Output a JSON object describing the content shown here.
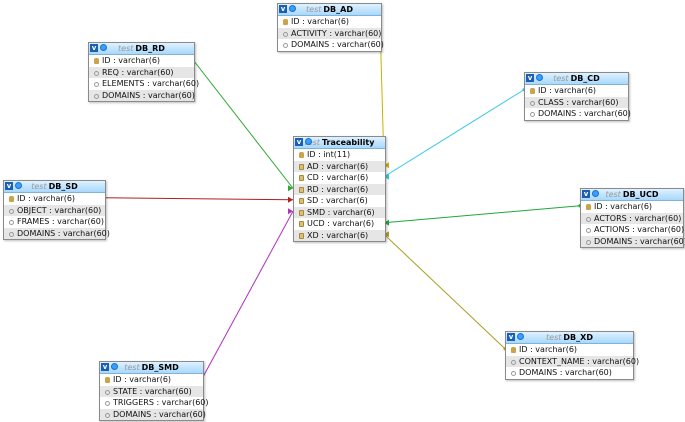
{
  "tables": [
    {
      "id": "ad",
      "db": "test",
      "name": "DB_AD",
      "rows": [
        {
          "icon": "key",
          "text": "ID : varchar(6)"
        },
        {
          "icon": "col",
          "text": "ACTIVITY : varchar(60)"
        },
        {
          "icon": "col",
          "text": "DOMAINS : varchar(60)"
        }
      ]
    },
    {
      "id": "rd",
      "db": "test",
      "name": "DB_RD",
      "rows": [
        {
          "icon": "key",
          "text": "ID : varchar(6)"
        },
        {
          "icon": "col",
          "text": "REQ : varchar(60)"
        },
        {
          "icon": "col",
          "text": "ELEMENTS : varchar(60)"
        },
        {
          "icon": "col",
          "text": "DOMAINS : varchar(60)"
        }
      ]
    },
    {
      "id": "cd",
      "db": "test",
      "name": "DB_CD",
      "rows": [
        {
          "icon": "key",
          "text": "ID : varchar(6)"
        },
        {
          "icon": "col",
          "text": "CLASS : varchar(60)"
        },
        {
          "icon": "col",
          "text": "DOMAINS : varchar(60)"
        }
      ]
    },
    {
      "id": "tr",
      "db": "test",
      "name": "Traceability",
      "rows": [
        {
          "icon": "key",
          "text": "ID : int(11)"
        },
        {
          "icon": "fk",
          "text": "AD : varchar(6)"
        },
        {
          "icon": "fk",
          "text": "CD : varchar(6)"
        },
        {
          "icon": "fk",
          "text": "RD : varchar(6)"
        },
        {
          "icon": "fk",
          "text": "SD : varchar(6)"
        },
        {
          "icon": "fk",
          "text": "SMD : varchar(6)"
        },
        {
          "icon": "fk",
          "text": "UCD : varchar(6)"
        },
        {
          "icon": "fk",
          "text": "XD : varchar(6)"
        }
      ]
    },
    {
      "id": "sd",
      "db": "test",
      "name": "DB_SD",
      "rows": [
        {
          "icon": "key",
          "text": "ID : varchar(6)"
        },
        {
          "icon": "col",
          "text": "OBJECT : varchar(60)"
        },
        {
          "icon": "col",
          "text": "FRAMES : varchar(60)"
        },
        {
          "icon": "col",
          "text": "DOMAINS : varchar(60)"
        }
      ]
    },
    {
      "id": "ucd",
      "db": "test",
      "name": "DB_UCD",
      "rows": [
        {
          "icon": "key",
          "text": "ID : varchar(6)"
        },
        {
          "icon": "col",
          "text": "ACTORS : varchar(60)"
        },
        {
          "icon": "col",
          "text": "ACTIONS : varchar(60)"
        },
        {
          "icon": "col",
          "text": "DOMAINS : varchar(60)"
        }
      ]
    },
    {
      "id": "xd",
      "db": "test",
      "name": "DB_XD",
      "rows": [
        {
          "icon": "key",
          "text": "ID : varchar(6)"
        },
        {
          "icon": "col",
          "text": "CONTEXT_NAME : varchar(60)"
        },
        {
          "icon": "col",
          "text": "DOMAINS : varchar(60)"
        }
      ]
    },
    {
      "id": "smd",
      "db": "test",
      "name": "DB_SMD",
      "rows": [
        {
          "icon": "key",
          "text": "ID : varchar(6)"
        },
        {
          "icon": "col",
          "text": "STATE : varchar(60)"
        },
        {
          "icon": "col",
          "text": "TRIGGERS : varchar(60)"
        },
        {
          "icon": "col",
          "text": "DOMAINS : varchar(60)"
        }
      ]
    }
  ],
  "relations": [
    {
      "from_table": "tr",
      "from_row": 1,
      "to_table": "ad",
      "to_row": 0,
      "color": "#c8b400"
    },
    {
      "from_table": "tr",
      "from_row": 2,
      "to_table": "cd",
      "to_row": 0,
      "color": "#33c7e6"
    },
    {
      "from_table": "tr",
      "from_row": 3,
      "to_table": "rd",
      "to_row": 0,
      "color": "#2ea82e"
    },
    {
      "from_table": "tr",
      "from_row": 4,
      "to_table": "sd",
      "to_row": 0,
      "color": "#b02020"
    },
    {
      "from_table": "tr",
      "from_row": 5,
      "to_table": "smd",
      "to_row": 0,
      "color": "#b030c0"
    },
    {
      "from_table": "tr",
      "from_row": 6,
      "to_table": "ucd",
      "to_row": 0,
      "color": "#1fa83a"
    },
    {
      "from_table": "tr",
      "from_row": 7,
      "to_table": "xd",
      "to_row": 0,
      "color": "#a8a020"
    }
  ]
}
